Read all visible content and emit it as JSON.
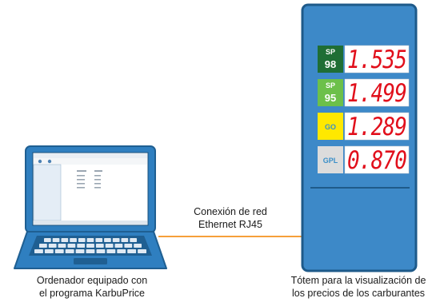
{
  "connection": {
    "line1": "Conexión de red",
    "line2": "Ethernet RJ45",
    "cable_color": "#f6a03a"
  },
  "laptop": {
    "caption_line1": "Ordenador equipado con",
    "caption_line2": "el programa KarbuPrice",
    "body_color": "#2f7fc0",
    "frame_color": "#1f5f92"
  },
  "totem": {
    "caption_line1": "Tótem para la visualización de",
    "caption_line2": "los precios de los carburantes",
    "body_color": "#3d89c8",
    "border_color": "#1e5a8a",
    "display_color": "#e10f1b",
    "prices": [
      {
        "code_top": "SP",
        "code_bottom": "98",
        "price": "1.535",
        "badge_color": "#1f6e35",
        "code_color": "#ffffff"
      },
      {
        "code_top": "SP",
        "code_bottom": "95",
        "price": "1.499",
        "badge_color": "#6cc04a",
        "code_color": "#ffffff"
      },
      {
        "code_top": "",
        "code_bottom": "GO",
        "price": "1.289",
        "badge_color": "#ffe800",
        "code_color": "#3a8fc8"
      },
      {
        "code_top": "",
        "code_bottom": "GPL",
        "price": "0.870",
        "badge_color": "#dcdcdc",
        "code_color": "#3a8fc8"
      }
    ]
  }
}
